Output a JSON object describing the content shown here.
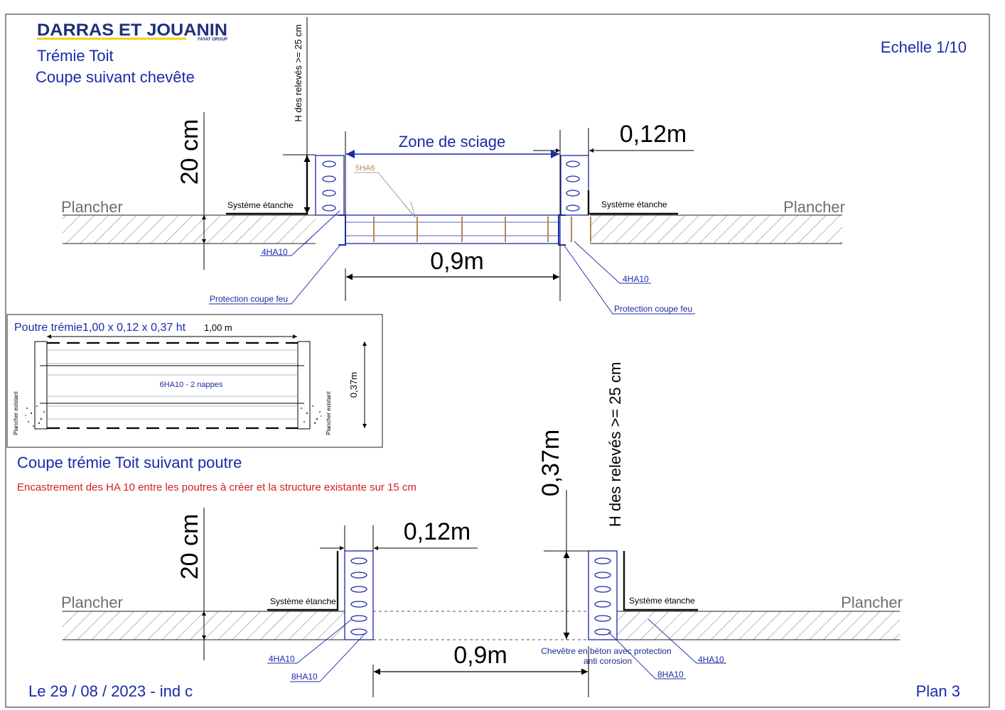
{
  "logo": {
    "name": "DARRAS ET JOUANIN",
    "group": "FAYAT GROUP"
  },
  "header": {
    "title_line1": "Trémie Toit",
    "title_line2": "Coupe suivant chevête",
    "scale": "Echelle 1/10"
  },
  "footer": {
    "date": "Le 29 / 08 / 2023 - ind c",
    "plan": "Plan 3"
  },
  "section1": {
    "plancher_left": "Plancher",
    "plancher_right": "Plancher",
    "height_20": "20 cm",
    "releves": "H des relevés >= 25 cm",
    "zone": "Zone de sciage",
    "width_012": "0,12m",
    "rebar_5ha6": "5HA6",
    "etanche_left": "Système étanche",
    "etanche_right": "Système étanche",
    "rebar_4ha10_left": "4HA10",
    "rebar_4ha10_right": "4HA10",
    "width_09": "0,9m",
    "protection_left": "Protection coupe feu",
    "protection_right": "Protection coupe feu"
  },
  "poutre_box": {
    "title": "Poutre trémie1,00 x 0,12 x 0,37 ht",
    "length": "1,00 m",
    "rebar": "6HA10 - 2 nappes",
    "height": "0,37m",
    "existing_left": "Plancher existant",
    "existing_right": "Plancher existant"
  },
  "section2": {
    "title": "Coupe trémie Toit suivant poutre",
    "note": "Encastrement des HA 10 entre les poutres à créer et la structure existante sur 15 cm",
    "plancher_left": "Plancher",
    "plancher_right": "Plancher",
    "height_20": "20 cm",
    "width_012": "0,12m",
    "height_037": "0,37m",
    "releves": "H des relevés >= 25 cm",
    "etanche_left": "Système étanche",
    "etanche_right": "Système étanche",
    "rebar_4ha10_left": "4HA10",
    "rebar_8ha10_left": "8HA10",
    "width_09": "0,9m",
    "chevetre_line1": "Chevêtre en béton avec protection",
    "chevetre_line2": "anti corosion",
    "rebar_8ha10_right": "8HA10",
    "rebar_4ha10_right": "4HA10"
  },
  "colors": {
    "blue": "#1a2aa8",
    "dark_blue": "#1c2a8c",
    "red": "#d42020",
    "brown": "#b8865a",
    "grey_text": "#6e6e6e",
    "logo_blue": "#1f2f7a",
    "logo_yellow": "#f4d21a"
  }
}
